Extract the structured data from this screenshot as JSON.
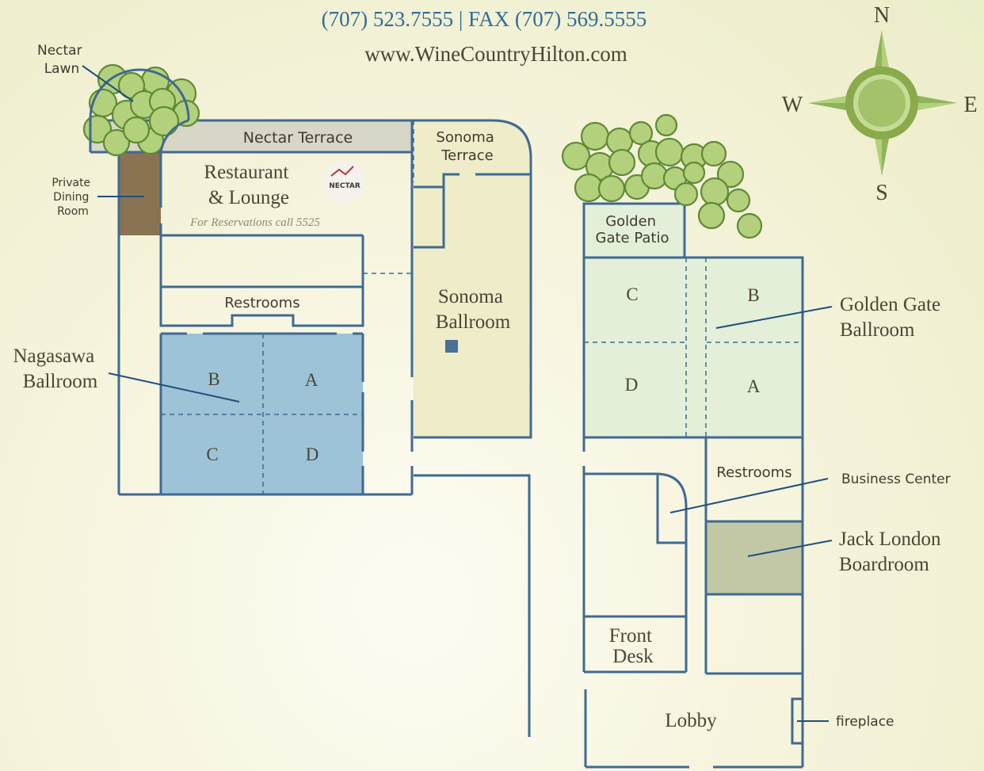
{
  "header": {
    "phone": "(707) 523.7555 | FAX (707) 569.5555",
    "website": "www.WineCountryHilton.com"
  },
  "compass": {
    "n": "N",
    "s": "S",
    "e": "E",
    "w": "W"
  },
  "colors": {
    "wall": "#3f6a92",
    "nagasawa_fill": "#9fc3d6",
    "sonoma_fill": "#eeecc9",
    "golden_gate_fill": "#e3efd8",
    "jack_london_fill": "#c2c8a6",
    "private_dining_fill": "#8a7352",
    "terrace_fill": "#d8d6c7",
    "text_room": "#4a4636",
    "text_blue": "#2f6d97"
  },
  "labels": {
    "nectar_lawn": [
      "Nectar",
      "Lawn"
    ],
    "nectar_terrace": "Nectar Terrace",
    "sonoma_terrace": [
      "Sonoma",
      "Terrace"
    ],
    "private_dining": [
      "Private",
      "Dining",
      "Room"
    ],
    "restaurant": [
      "Restaurant",
      "& Lounge"
    ],
    "reservations": "For Reservations call 5525",
    "nectar_logo": "NECTAR",
    "restrooms_left": "Restrooms",
    "sonoma_ballroom": [
      "Sonoma",
      "Ballroom"
    ],
    "nagasawa": [
      "Nagasawa",
      "Ballroom"
    ],
    "nagasawa_sections": {
      "b": "B",
      "a": "A",
      "c": "C",
      "d": "D"
    },
    "golden_gate_patio": [
      "Golden",
      "Gate Patio"
    ],
    "golden_gate_sections": {
      "c": "C",
      "b": "B",
      "d": "D",
      "a": "A"
    },
    "golden_gate_ballroom": [
      "Golden Gate",
      "Ballroom"
    ],
    "restrooms_right": "Restrooms",
    "business_center": "Business Center",
    "jack_london": [
      "Jack London",
      "Boardroom"
    ],
    "front_desk": [
      "Front",
      "Desk"
    ],
    "lobby": "Lobby",
    "fireplace": "fireplace"
  }
}
